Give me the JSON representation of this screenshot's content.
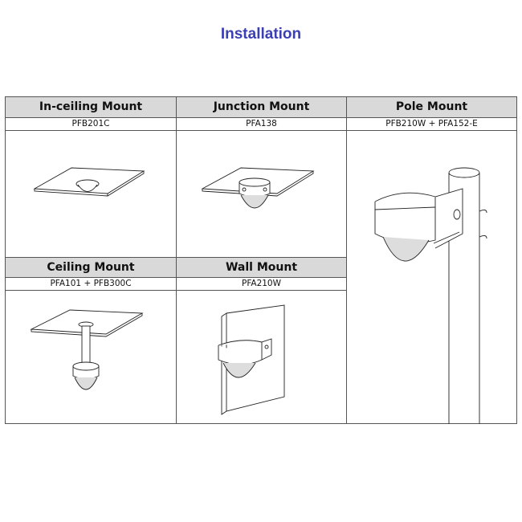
{
  "title": "Installation",
  "mounts": [
    {
      "name": "In-ceiling Mount",
      "model": "PFB201C"
    },
    {
      "name": "Junction Mount",
      "model": "PFA138"
    },
    {
      "name": "Pole Mount",
      "model": "PFB210W + PFA152-E"
    },
    {
      "name": "Ceiling Mount",
      "model": "PFA101 + PFB300C"
    },
    {
      "name": "Wall Mount",
      "model": "PFA210W"
    }
  ]
}
